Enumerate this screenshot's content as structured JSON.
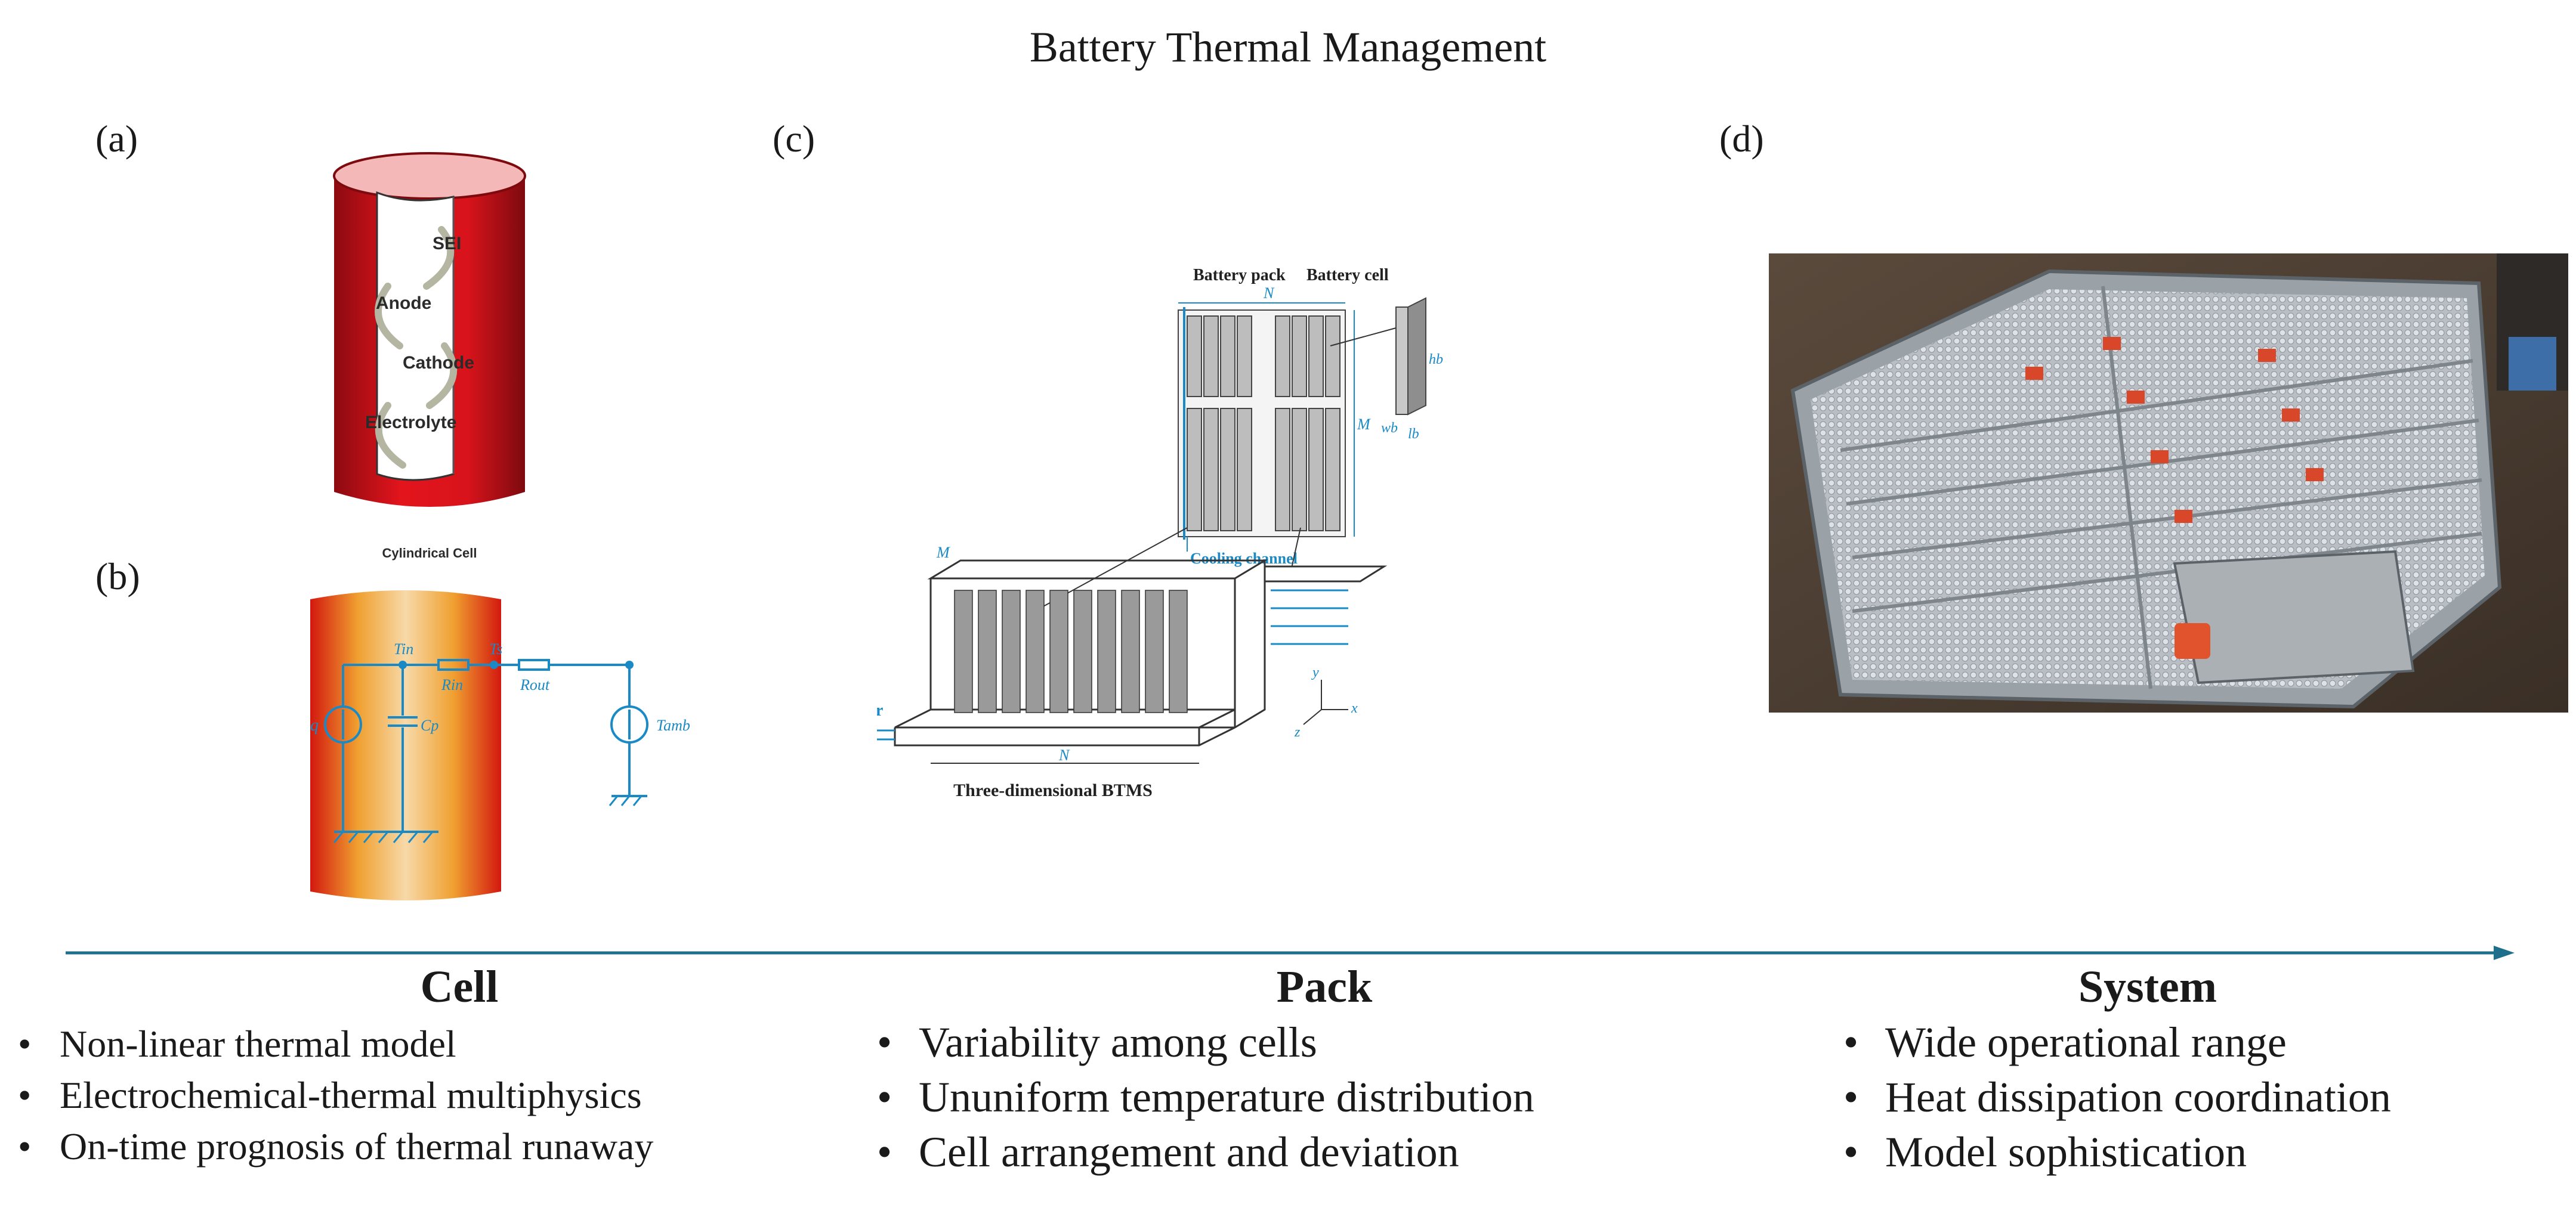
{
  "title": "Battery Thermal Management",
  "panels": {
    "a": {
      "label": "(a)",
      "layers": [
        "SEI",
        "Anode",
        "Cathode",
        "Electrolyte"
      ],
      "caption": "Cylindrical Cell"
    },
    "b": {
      "label": "(b)",
      "symbols": {
        "q": "q",
        "cp": "Cp",
        "tin": "Tin",
        "rin": "Rin",
        "ts": "Ts",
        "rout": "Rout",
        "tamb": "Tamb"
      }
    },
    "c": {
      "label": "(c)",
      "pack_title": "Battery pack",
      "cell_title": "Battery cell",
      "n_label": "N",
      "m_label": "M",
      "hb": "hb",
      "wb": "wb",
      "lb": "lb",
      "cooling_channel": "Cooling channel",
      "air": "Air",
      "axis_x": "x",
      "axis_y": "y",
      "axis_z": "z",
      "btms_caption": "Three-dimensional BTMS"
    },
    "d": {
      "label": "(d)"
    }
  },
  "columns": [
    {
      "title": "Cell",
      "items": [
        "Non-linear thermal model",
        "Electrochemical-thermal multiphysics",
        "On-time prognosis of thermal runaway"
      ]
    },
    {
      "title": "Pack",
      "items": [
        "Variability among cells",
        "Ununiform temperature distribution",
        "Cell arrangement and deviation"
      ]
    },
    {
      "title": "System",
      "items": [
        "Wide operational range",
        "Heat dissipation coordination",
        "Model sophistication"
      ]
    }
  ],
  "colors": {
    "axis_arrow": "#1d6f8c",
    "cell_red": "#d8131b",
    "circuit_blue": "#1a8ac7"
  }
}
